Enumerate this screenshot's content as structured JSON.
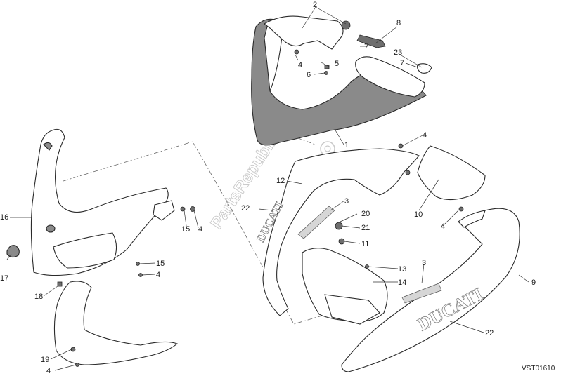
{
  "diagram": {
    "watermark": "PartsRepublik",
    "drawing_code": "VST01610",
    "brand_decal_text": "DUCATI",
    "colors": {
      "line": "#2a2a2a",
      "panel_dark": "#8a8a8a",
      "hardware": "#6e6e6e",
      "decal": "#d6d6d6",
      "watermark": "#c9c9c9"
    },
    "callouts": [
      {
        "id": "c2",
        "label": "2"
      },
      {
        "id": "c8",
        "label": "8"
      },
      {
        "id": "c7a",
        "label": "7"
      },
      {
        "id": "c23",
        "label": "23"
      },
      {
        "id": "c7b",
        "label": "7"
      },
      {
        "id": "c4a",
        "label": "4"
      },
      {
        "id": "c5",
        "label": "5"
      },
      {
        "id": "c6",
        "label": "6"
      },
      {
        "id": "c1",
        "label": "1"
      },
      {
        "id": "c4b",
        "label": "4"
      },
      {
        "id": "c12",
        "label": "12"
      },
      {
        "id": "c3a",
        "label": "3"
      },
      {
        "id": "c22a",
        "label": "22"
      },
      {
        "id": "c20",
        "label": "20"
      },
      {
        "id": "c21",
        "label": "21"
      },
      {
        "id": "c11",
        "label": "11"
      },
      {
        "id": "c10",
        "label": "10"
      },
      {
        "id": "c4c",
        "label": "4"
      },
      {
        "id": "c16",
        "label": "16"
      },
      {
        "id": "c15a",
        "label": "15"
      },
      {
        "id": "c4d",
        "label": "4"
      },
      {
        "id": "c15b",
        "label": "15"
      },
      {
        "id": "c4e",
        "label": "4"
      },
      {
        "id": "c17",
        "label": "17"
      },
      {
        "id": "c18",
        "label": "18"
      },
      {
        "id": "c13",
        "label": "13"
      },
      {
        "id": "c14",
        "label": "14"
      },
      {
        "id": "c3b",
        "label": "3"
      },
      {
        "id": "c9",
        "label": "9"
      },
      {
        "id": "c22b",
        "label": "22"
      },
      {
        "id": "c19",
        "label": "19"
      },
      {
        "id": "c4f",
        "label": "4"
      }
    ]
  }
}
